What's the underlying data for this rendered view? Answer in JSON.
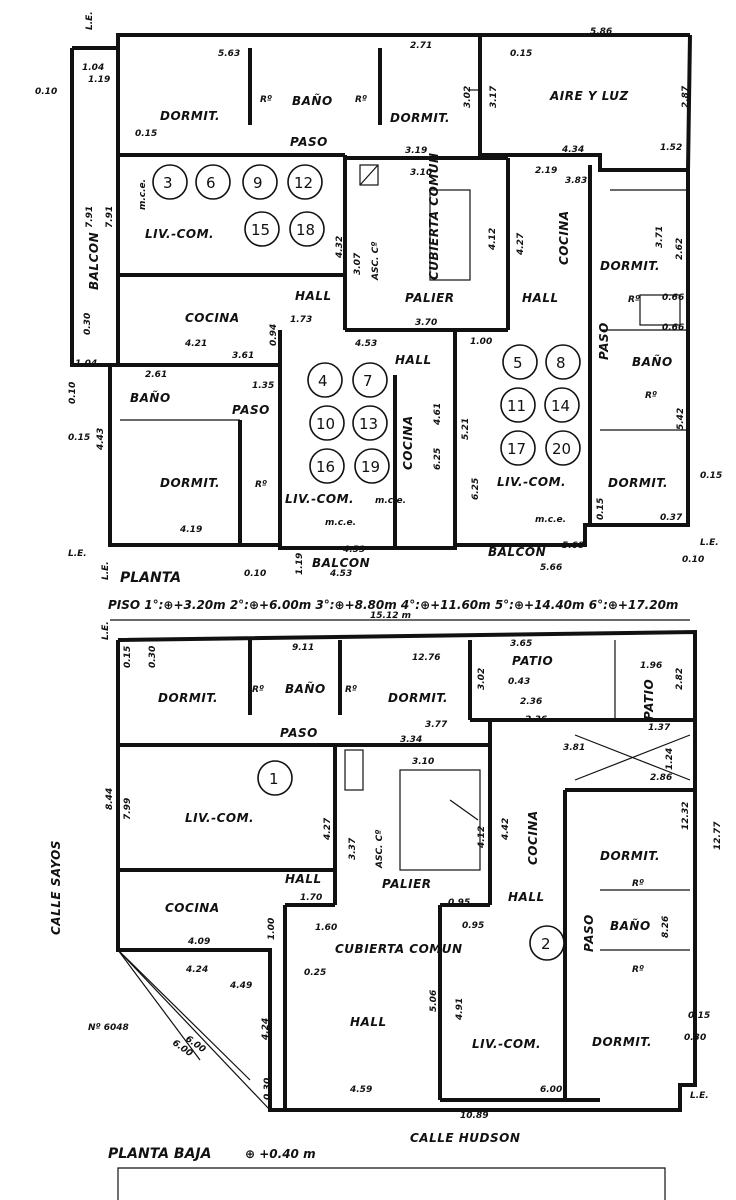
{
  "upper": {
    "title_planta": "PLANTA",
    "title_piso": "PISO 1°:⊕+3.20m 2°:⊕+6.00m 3°:⊕+8.80m 4°:⊕+11.60m 5°:⊕+14.40m 6°:⊕+17.20m",
    "rooms": {
      "dormit_tl": "DORMIT.",
      "bano_t": "BAÑO",
      "dormit_tm": "DORMIT.",
      "paso_t": "PASO",
      "aire_luz": "AIRE Y LUZ",
      "liv_com_l": "LIV.-COM.",
      "balcon_l": "BALCON",
      "cocina_l": "COCINA",
      "hall_l": "HALL",
      "asc": "ASC. Cº",
      "cubierta_comun": "CUBIERTA COMUN",
      "palier": "PALIER",
      "cocina_r": "COCINA",
      "hall_r": "HALL",
      "dormit_r": "DORMIT.",
      "bano_r": "BAÑO",
      "paso_r": "PASO",
      "bano_ml": "BAÑO",
      "paso_ml": "PASO",
      "dormit_ml": "DORMIT.",
      "liv_com_m": "LIV.-COM.",
      "cocina_m": "COCINA",
      "hall_m": "HALL",
      "balcon_m1": "BALCON",
      "balcon_m2": "BALCON",
      "liv_com_mr": "LIV.-COM.",
      "dormit_br": "DORMIT.",
      "mce1": "m.c.e.",
      "mce2": "m.c.e.",
      "mce3": "m.c.e.",
      "mce4": "m.c.e.",
      "r1": "Rº",
      "r2": "Rº",
      "r3": "Rº",
      "r4": "Rº",
      "r5": "Rº",
      "le1": "L.E.",
      "le2": "L.E.",
      "le3": "L.E.",
      "le4": "L.E."
    },
    "units_a": [
      "3",
      "6",
      "9",
      "12",
      "15",
      "18"
    ],
    "units_b": [
      "4",
      "7",
      "10",
      "13",
      "16",
      "19"
    ],
    "units_c": [
      "5",
      "8",
      "11",
      "14",
      "17",
      "20"
    ],
    "dims": {
      "d1": "5.63",
      "d2": "2.71",
      "d3": "5.86",
      "d4": "0.15",
      "d5": "3.02",
      "d6": "3.17",
      "d7": "2.87",
      "d8": "0.15",
      "d9": "3.19",
      "d10": "4.34",
      "d11": "1.52",
      "d12": "3.10",
      "d13": "2.19",
      "d14": "3.83",
      "d15": "7.91",
      "d16": "7.91",
      "d17": "4.32",
      "d18": "3.07",
      "d19": "4.12",
      "d20": "4.27",
      "d21": "3.71",
      "d22": "2.62",
      "d23": "4.21",
      "d24": "1.73",
      "d25": "3.70",
      "d26": "0.94",
      "d27": "4.53",
      "d28": "1.00",
      "d29": "2.61",
      "d30": "3.61",
      "d31": "1.35",
      "d32": "4.61",
      "d33": "5.21",
      "d34": "5.42",
      "d35": "4.43",
      "d36": "6.25",
      "d37": "6.25",
      "d38": "4.19",
      "d39": "4.53",
      "d40": "4.53",
      "d41": "5.68",
      "d42": "5.66",
      "d43": "0.10",
      "d44": "1.04",
      "d45": "1.19",
      "d46": "0.15",
      "d47": "0.10",
      "d48": "0.15",
      "d49": "0.15",
      "d50": "0.37",
      "d51": "15.12 m",
      "d52": "1.04",
      "d53": "1.19",
      "d54": "0.10",
      "d55": "0.10",
      "d56": "0.30",
      "d57": "0.66",
      "d58": "0.66"
    }
  },
  "lower": {
    "title": "PLANTA BAJA",
    "level": "⊕ +0.40 m",
    "street_side": "CALLE SAYOS",
    "street_front": "CALLE HUDSON",
    "lot_number": "Nº 6048",
    "rooms": {
      "dormit_tl": "DORMIT.",
      "bano_t": "BAÑO",
      "dormit_tm": "DORMIT.",
      "paso_t": "PASO",
      "patio1": "PATIO",
      "patio2": "PATIO",
      "liv_com_l": "LIV.-COM.",
      "cocina_l": "COCINA",
      "hall_l": "HALL",
      "asc": "ASC. Cº",
      "palier": "PALIER",
      "cubierta_comun": "CUBIERTA COMUN",
      "hall_c": "HALL",
      "cocina_r": "COCINA",
      "hall_r": "HALL",
      "paso_r": "PASO",
      "dormit_r": "DORMIT.",
      "bano_r": "BAÑO",
      "liv_com_r": "LIV.-COM.",
      "dormit_br": "DORMIT.",
      "r1": "Rº",
      "r2": "Rº",
      "r3": "Rº",
      "r4": "Rº",
      "le1": "L.E.",
      "le2": "L.E."
    },
    "unit_1": "1",
    "unit_2": "2",
    "dims": {
      "d1": "9.11",
      "d2": "12.76",
      "d3": "3.65",
      "d4": "1.96",
      "d5": "3.77",
      "d6": "3.02",
      "d7": "0.43",
      "d8": "2.36",
      "d9": "2.36",
      "d10": "2.82",
      "d11": "3.34",
      "d12": "3.10",
      "d13": "3.81",
      "d14": "1.37",
      "d15": "8.44",
      "d16": "7.99",
      "d17": "4.27",
      "d18": "3.37",
      "d19": "4.12",
      "d20": "4.42",
      "d21": "12.32",
      "d22": "12.77",
      "d23": "1.70",
      "d24": "4.09",
      "d25": "1.00",
      "d26": "1.60",
      "d27": "0.95",
      "d28": "0.95",
      "d29": "8.26",
      "d30": "4.24",
      "d31": "4.49",
      "d32": "0.25",
      "d33": "4.24",
      "d34": "5.06",
      "d35": "4.91",
      "d36": "6.00",
      "d37": "6.00",
      "d38": "4.59",
      "d39": "6.00",
      "d40": "10.89",
      "d41": "0.15",
      "d42": "0.30",
      "d43": "2.86",
      "d44": "1.24",
      "d45": "0.30",
      "d46": "0.15",
      "d47": "0.30"
    }
  }
}
